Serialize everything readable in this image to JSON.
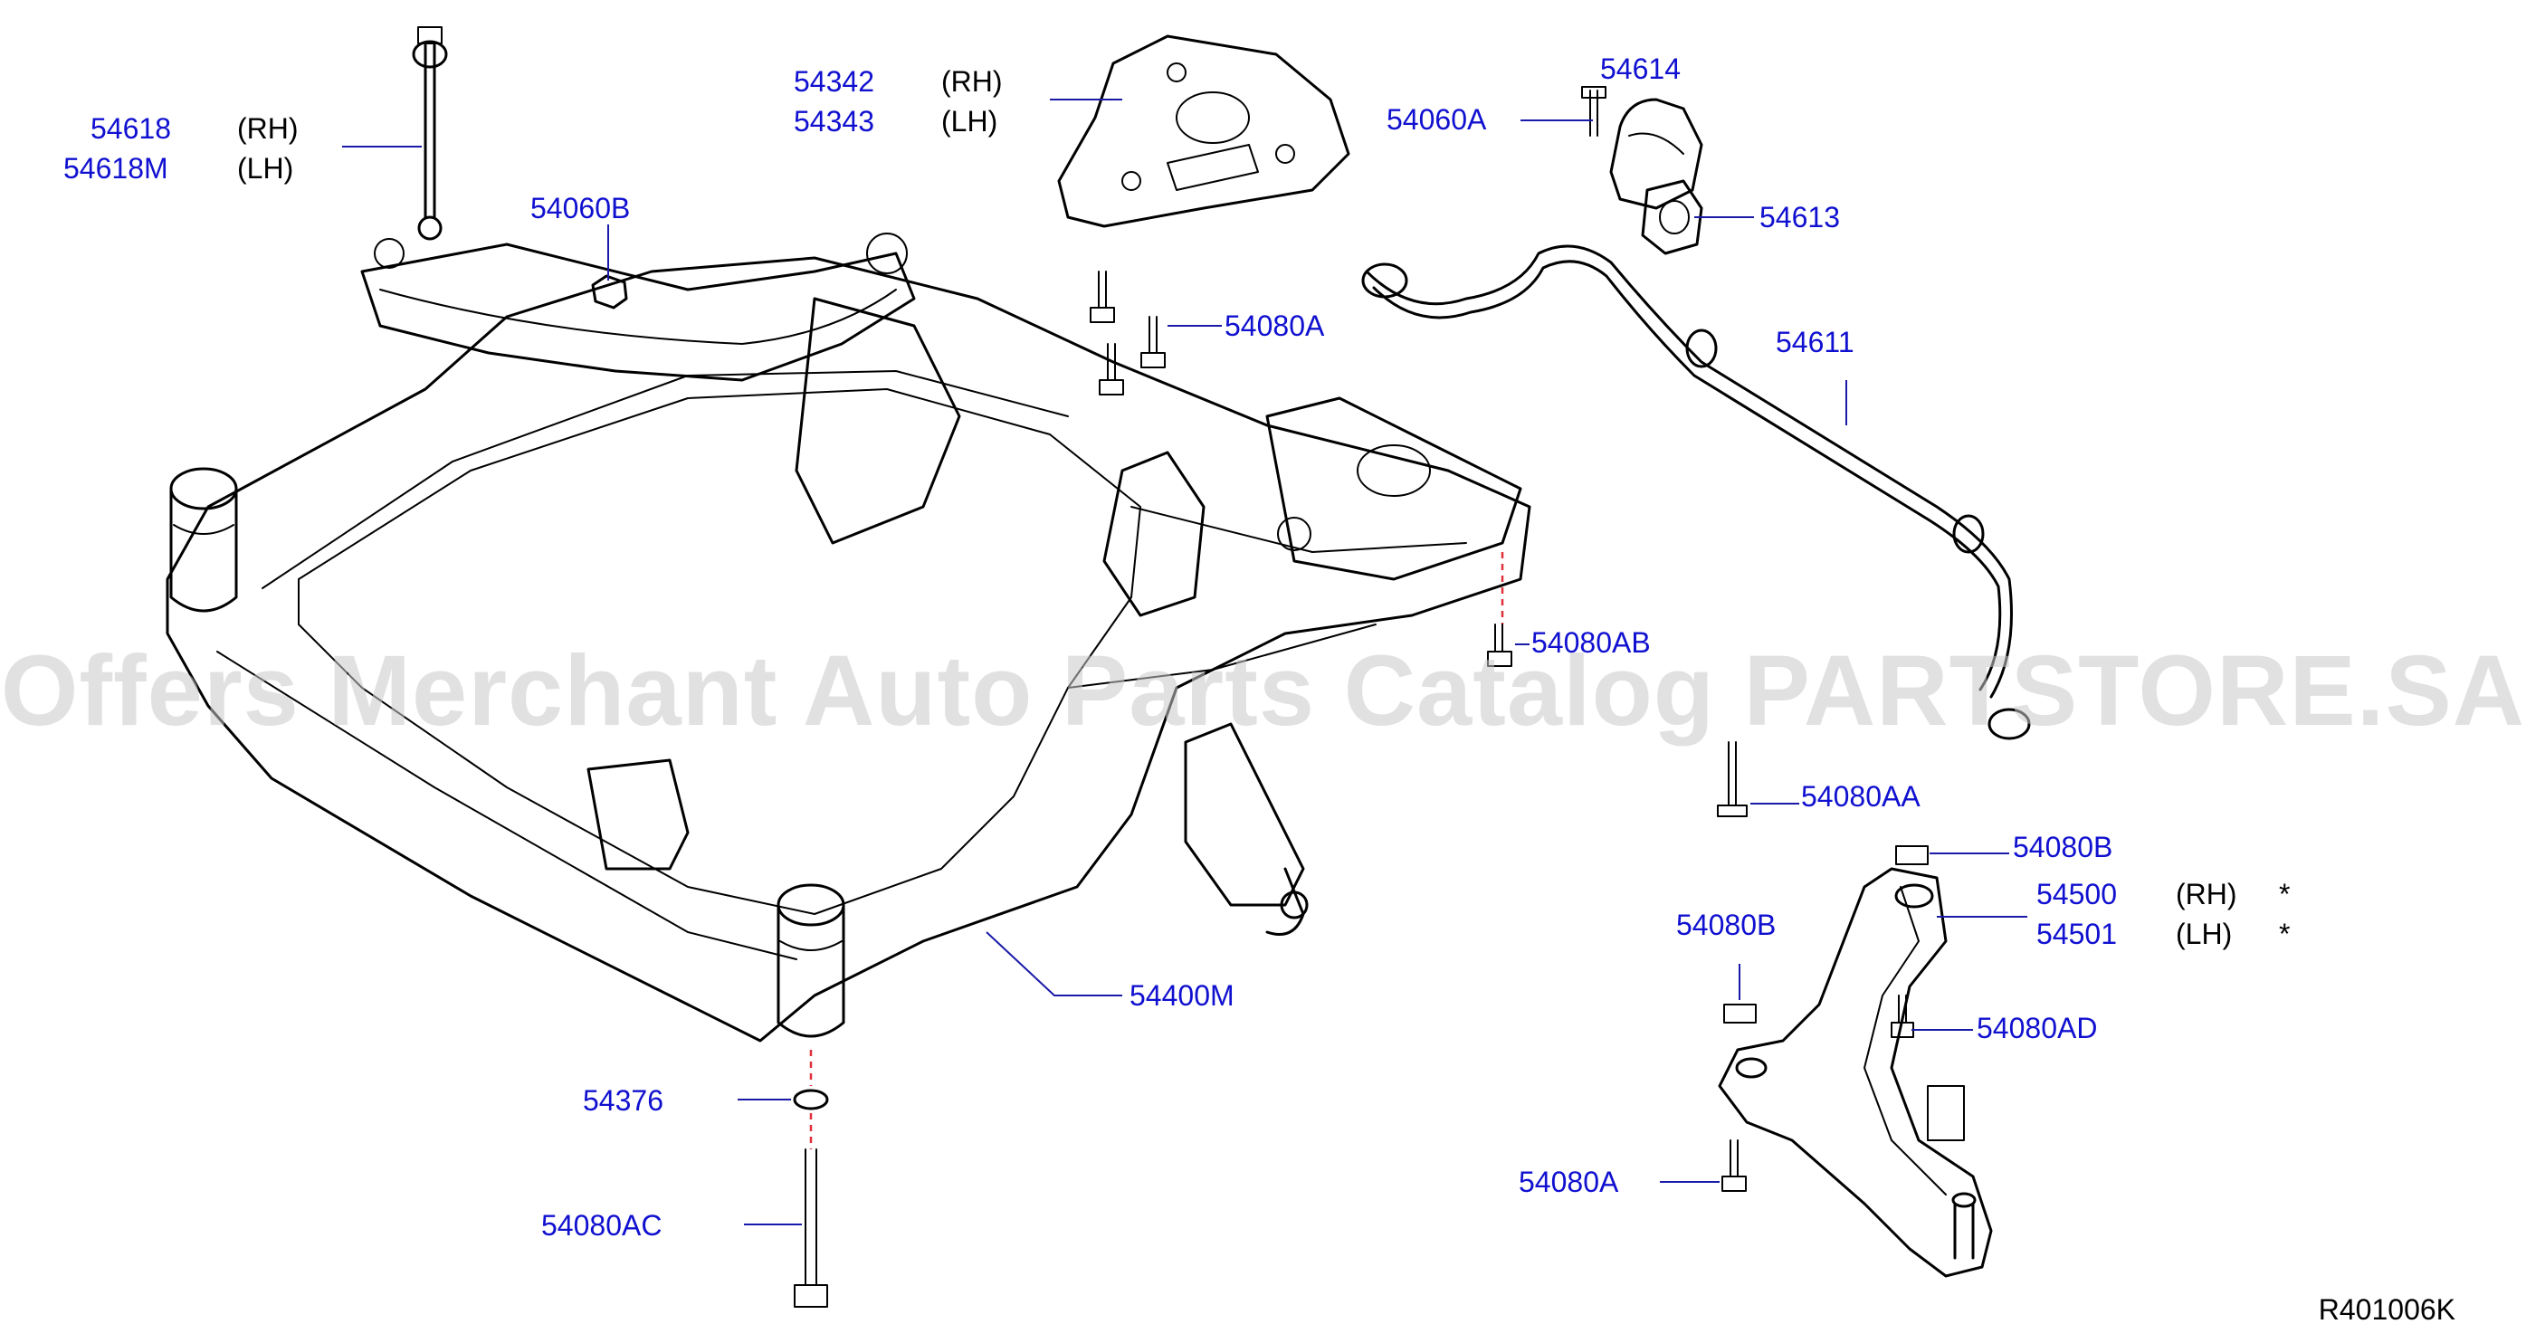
{
  "labels": {
    "p54618": "54618",
    "p54618_side": "(RH)",
    "p54618M": "54618M",
    "p54618M_side": "(LH)",
    "p54342": "54342",
    "p54342_side": "(RH)",
    "p54343": "54343",
    "p54343_side": "(LH)",
    "p54614": "54614",
    "p54060A": "54060A",
    "p54613": "54613",
    "p54060B": "54060B",
    "p54080A_top": "54080A",
    "p54611": "54611",
    "p54080AB": "54080AB",
    "p54080AA": "54080AA",
    "p54080B_right": "54080B",
    "p54500": "54500",
    "p54500_side": "(RH)",
    "p54500_mark": "*",
    "p54501": "54501",
    "p54501_side": "(LH)",
    "p54501_mark": "*",
    "p54080B_left": "54080B",
    "p54400M": "54400M",
    "p54080AD": "54080AD",
    "p54376": "54376",
    "p54080A_bottom": "54080A",
    "p54080AC": "54080AC"
  },
  "reference": "R401006K",
  "watermark": "Offers Merchant Auto Parts Catalog PARTSTORE.SA",
  "colors": {
    "label": "#1010d0",
    "leader": "#1a1aa8",
    "centerline": "#e0303a",
    "line": "#000000"
  }
}
